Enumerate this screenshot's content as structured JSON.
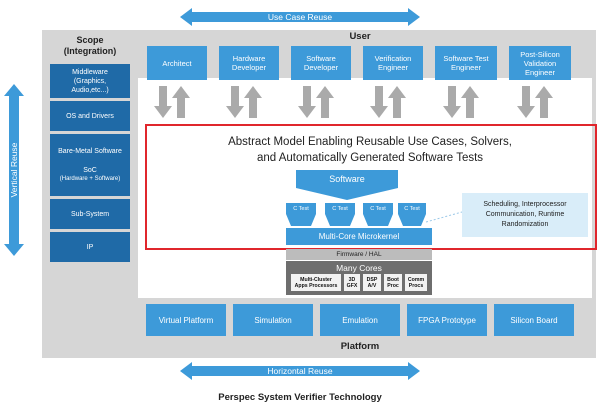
{
  "use_case_reuse": "Use Case Reuse",
  "horizontal_reuse": "Horizontal Reuse",
  "vertical_reuse": "Vertical Reuse",
  "scope": {
    "title_line1": "Scope",
    "title_line2": "(Integration)",
    "items": [
      {
        "lines": [
          "Middleware",
          "(Graphics,",
          "Audio,etc...)"
        ]
      },
      {
        "lines": [
          "OS and Drivers"
        ]
      },
      {
        "lines": [
          "Bare-Metal Software"
        ]
      },
      {
        "lines": [
          "SoC",
          "(Hardware + Software)"
        ]
      },
      {
        "lines": [
          "Sub-System"
        ]
      },
      {
        "lines": [
          "IP"
        ]
      }
    ]
  },
  "user": {
    "title": "User",
    "roles": [
      {
        "lines": [
          "Architect"
        ]
      },
      {
        "lines": [
          "Hardware",
          "Developer"
        ]
      },
      {
        "lines": [
          "Software",
          "Developer"
        ]
      },
      {
        "lines": [
          "Verification",
          "Engineer"
        ]
      },
      {
        "lines": [
          "Software Test",
          "Engineer"
        ]
      },
      {
        "lines": [
          "Post-Silicon",
          "Validation",
          "Engineer"
        ]
      }
    ]
  },
  "abstract_model": {
    "line1": "Abstract Model Enabling Reusable Use Cases, Solvers,",
    "line2": "and  Automatically Generated Software Tests"
  },
  "software_label": "Software",
  "ctests": [
    "C Test",
    "C Test",
    "C Test",
    "C Test"
  ],
  "scheduling_note": {
    "lines": [
      "Scheduling, Interprocessor",
      "Communication, Runtime",
      "Randomization"
    ]
  },
  "microkernel": "Multi-Core Microkernel",
  "firmware": "Firmware / HAL",
  "many_cores": {
    "title": "Many Cores",
    "cores": [
      {
        "lines": [
          "Multi-Cluster",
          "Apps Processors"
        ]
      },
      {
        "lines": [
          "3D",
          "GFX"
        ]
      },
      {
        "lines": [
          "DSP",
          "A/V"
        ]
      },
      {
        "lines": [
          "Boot",
          "Proc"
        ]
      },
      {
        "lines": [
          "Comm",
          "Procs"
        ]
      }
    ]
  },
  "platform": {
    "title": "Platform",
    "items": [
      "Virtual Platform",
      "Simulation",
      "Emulation",
      "FPGA Prototype",
      "Silicon Board"
    ]
  },
  "caption": "Perspec System Verifier Technology",
  "colors": {
    "accent_blue": "#3d9ad9",
    "dark_blue": "#1f6aa7",
    "highlight_red": "#e0262c",
    "gray_panel": "#d6d6d6",
    "arrow_gray": "#aaaaaa"
  }
}
